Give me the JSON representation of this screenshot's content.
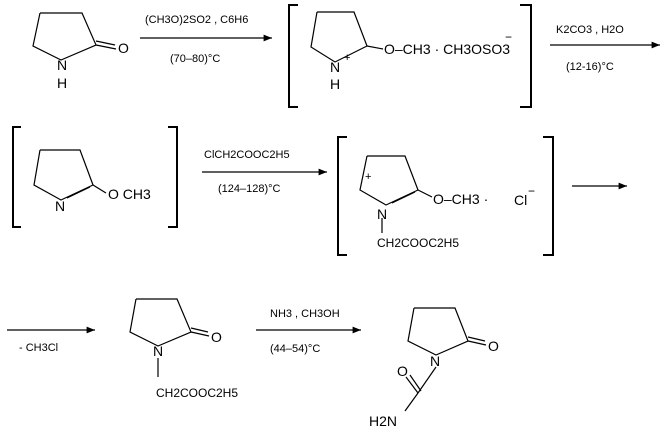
{
  "step1": {
    "reactant_carbonyl_o": "O",
    "reactant_n": "N",
    "reactant_h": "H",
    "reagent_line1": "(CH3O)2SO2 , C6H6",
    "reagent_line2": "(70–80)°C"
  },
  "intermediate1": {
    "n": "N",
    "n_charge": "+",
    "h": "H",
    "ome": "O–CH3 · CH3OSO3",
    "sulfate_charge": "−"
  },
  "step2": {
    "reagent_line1": "K2CO3 , H2O",
    "reagent_line2": "(12-16)°C"
  },
  "intermediate2": {
    "n": "N",
    "ome": "O CH3"
  },
  "step3": {
    "reagent_line1": "ClCH2COOC2H5",
    "reagent_line2": "(124–128)°C"
  },
  "intermediate3": {
    "n": "N",
    "charge": "+",
    "ome": "O–CH3 ·",
    "chloride": "Cl",
    "chloride_charge": "−",
    "side_chain": "CH2COOC2H5"
  },
  "step4": {
    "byproduct": "- CH3Cl"
  },
  "ester": {
    "carbonyl_o": "O",
    "n": "N",
    "side_chain": "CH2COOC2H5"
  },
  "step5": {
    "reagent_line1": "NH3 , CH3OH",
    "reagent_line2": "(44–54)°C"
  },
  "product": {
    "ring_o": "O",
    "n": "N",
    "amide_o": "O",
    "amide_n": "H2N"
  }
}
